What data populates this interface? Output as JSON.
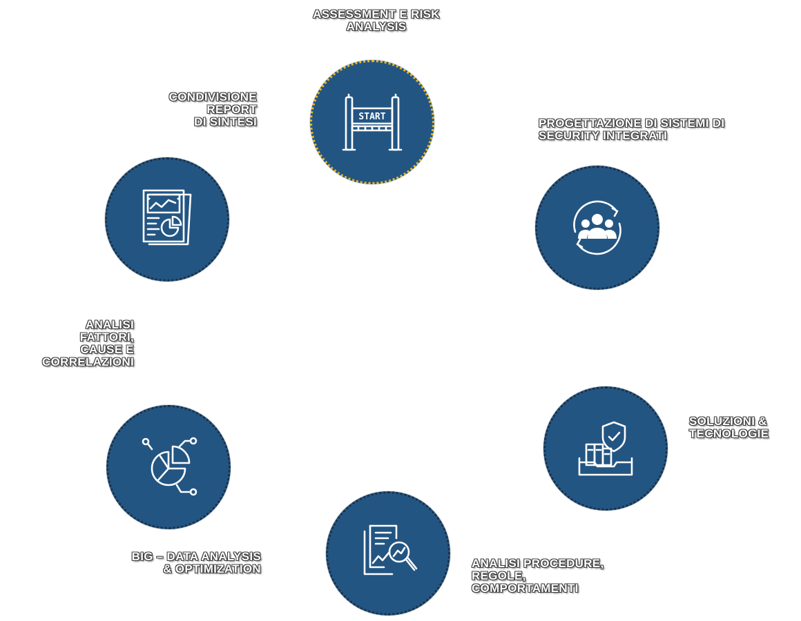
{
  "diagram": {
    "steps": [
      {
        "id": "assessment",
        "label_lines": [
          "ASSESSMENT E RISK",
          "ANALYSIS"
        ],
        "icon": "start-gate-icon",
        "icon_text": "START",
        "active": true
      },
      {
        "id": "progettazione",
        "label_lines": [
          "PROGETTAZIONE DI SISTEMI DI",
          "SECURITY INTEGRATI"
        ],
        "icon": "team-cycle-icon",
        "active": false
      },
      {
        "id": "soluzioni",
        "label_lines": [
          "SOLUZIONI &",
          "TECNOLOGIE"
        ],
        "icon": "shield-server-icon",
        "active": false
      },
      {
        "id": "analisi-procedure",
        "label_lines": [
          "ANALISI PROCEDURE,",
          "REGOLE,",
          "COMPORTAMENTI"
        ],
        "icon": "document-search-icon",
        "active": false
      },
      {
        "id": "big-data",
        "label_lines": [
          "BIG – DATA ANALYSIS",
          "& OPTIMIZATION"
        ],
        "icon": "pie-network-icon",
        "active": false
      },
      {
        "id": "analisi-fattori",
        "label_lines": [
          "ANALISI",
          "FATTORI,",
          "CAUSE E",
          "CORRELAZIONI"
        ],
        "icon": "",
        "active": false
      },
      {
        "id": "condivisione",
        "label_lines": [
          "CONDIVISIONE",
          "REPORT",
          "DI SINTESI"
        ],
        "icon": "report-chart-icon",
        "active": false
      }
    ],
    "colors": {
      "circle_fill": "#235582",
      "circle_border": "#1a2f45",
      "active_border": "#e8b523",
      "label_text": "#ffffff",
      "label_outline": "#3d3d3d"
    }
  }
}
